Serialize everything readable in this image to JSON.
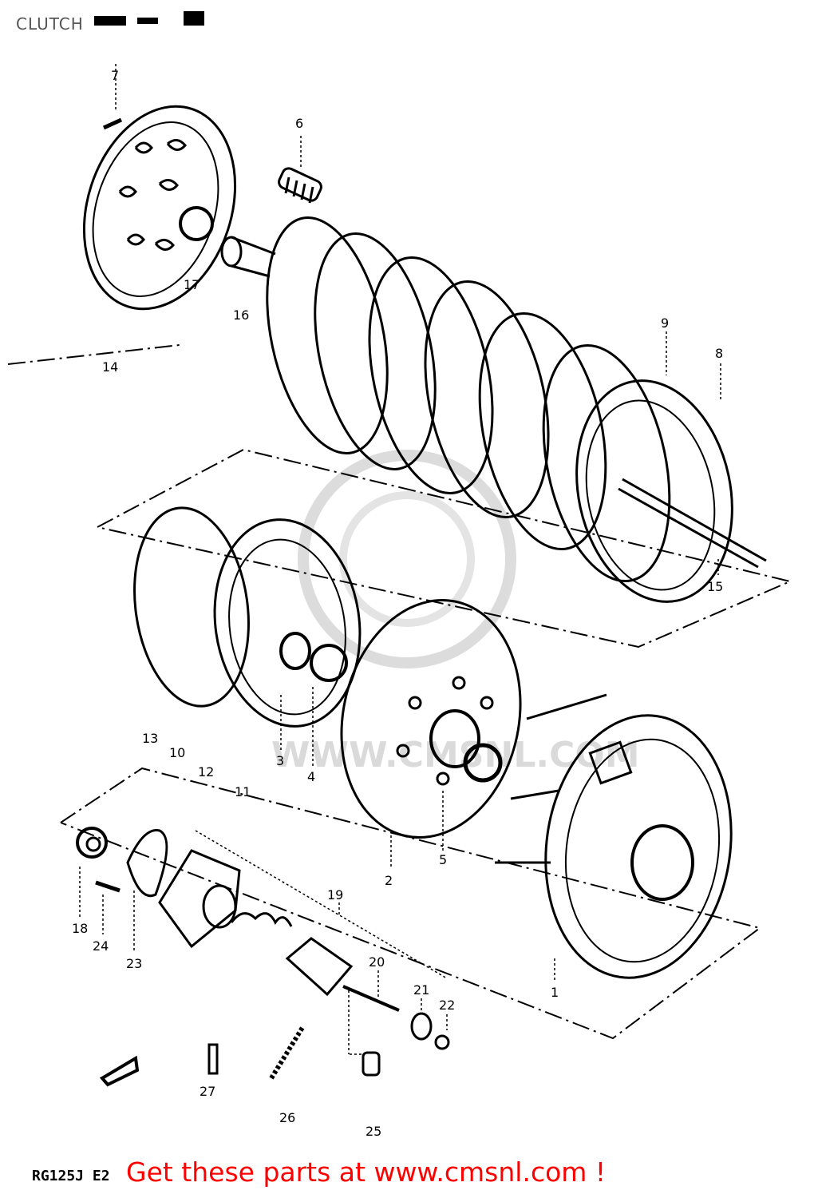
{
  "title": "CLUTCH",
  "model_code": "RG125J  E2",
  "promo_text": "Get these parts at www.cmsnl.com !",
  "watermark_text": "WWW.CMSNL.COM",
  "callouts": [
    {
      "id": "c1",
      "text": "1"
    },
    {
      "id": "c2",
      "text": "2"
    },
    {
      "id": "c3",
      "text": "3"
    },
    {
      "id": "c4",
      "text": "4"
    },
    {
      "id": "c5",
      "text": "5"
    },
    {
      "id": "c6",
      "text": "6"
    },
    {
      "id": "c7",
      "text": "7"
    },
    {
      "id": "c8",
      "text": "8"
    },
    {
      "id": "c9",
      "text": "9"
    },
    {
      "id": "c10",
      "text": "10"
    },
    {
      "id": "c11",
      "text": "11"
    },
    {
      "id": "c12",
      "text": "12"
    },
    {
      "id": "c13",
      "text": "13"
    },
    {
      "id": "c14",
      "text": "14"
    },
    {
      "id": "c15",
      "text": "15"
    },
    {
      "id": "c16",
      "text": "16"
    },
    {
      "id": "c17",
      "text": "17"
    },
    {
      "id": "c18",
      "text": "18"
    },
    {
      "id": "c19",
      "text": "19"
    },
    {
      "id": "c20",
      "text": "20"
    },
    {
      "id": "c21",
      "text": "21"
    },
    {
      "id": "c22",
      "text": "22"
    },
    {
      "id": "c23",
      "text": "23"
    },
    {
      "id": "c24",
      "text": "24"
    },
    {
      "id": "c25",
      "text": "25"
    },
    {
      "id": "c26",
      "text": "26"
    },
    {
      "id": "c27",
      "text": "27"
    }
  ],
  "colors": {
    "promo": "#ff0000",
    "line": "#000000",
    "watermark": "#d6d6d6"
  }
}
